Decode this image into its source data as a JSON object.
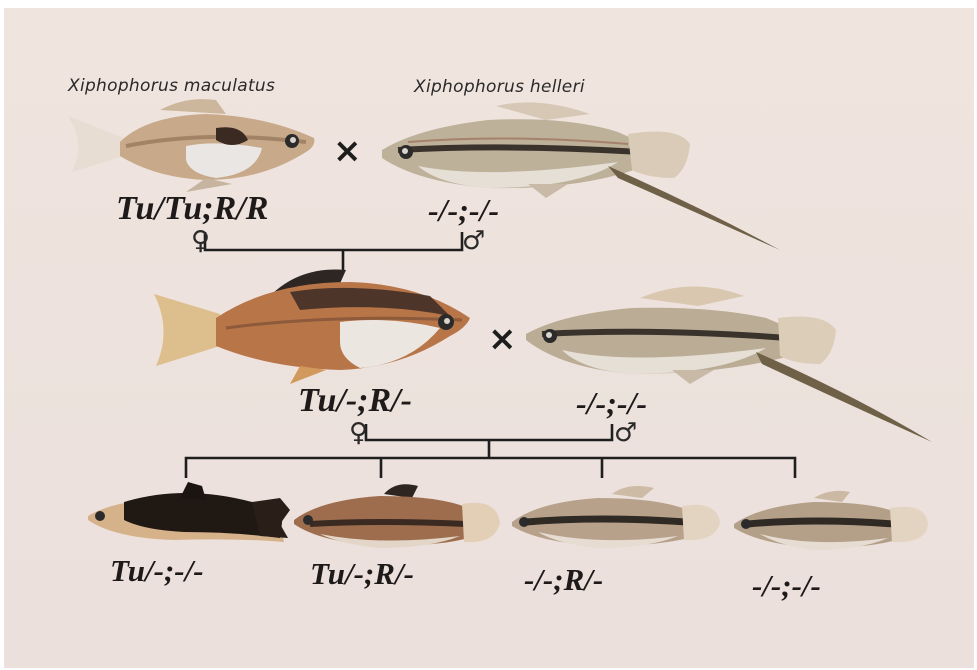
{
  "species": {
    "left": "Xiphophorus maculatus",
    "right": "Xiphophorus helleri"
  },
  "cross_symbol": "×",
  "female_symbol": "♀",
  "male_symbol": "♂",
  "parents": {
    "female_genotype": "Tu/Tu;R/R",
    "male_genotype": "-/-;-/-"
  },
  "f1": {
    "female_genotype": "Tu/-;R/-",
    "male_genotype": "-/-;-/-"
  },
  "offspring": [
    {
      "genotype": "Tu/-;-/-"
    },
    {
      "genotype": "Tu/-;R/-"
    },
    {
      "genotype": "-/-;R/-"
    },
    {
      "genotype": "-/-;-/-"
    }
  ]
}
